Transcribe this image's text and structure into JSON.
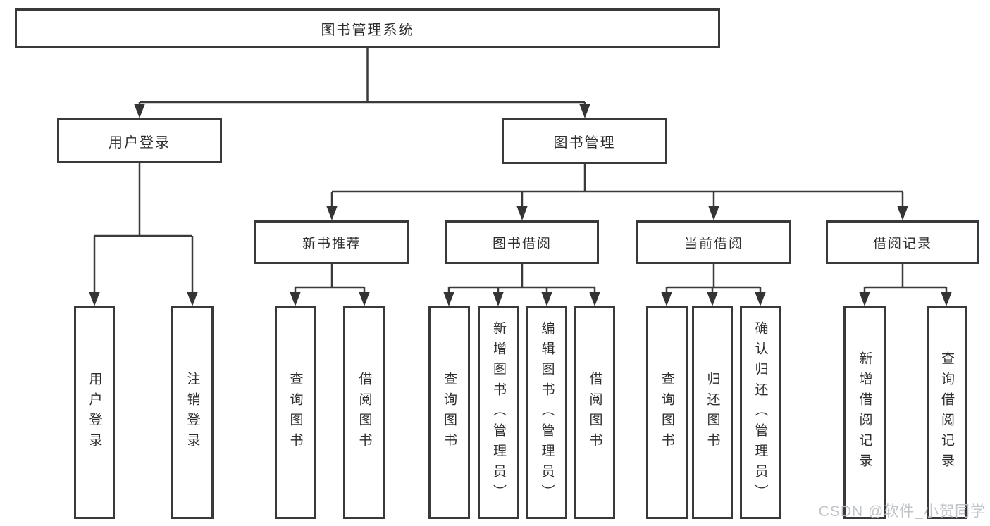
{
  "boxes": {
    "root": "图书管理系统",
    "user_login": "用户登录",
    "book_mgmt": "图书管理",
    "new_book_rec": "新书推荐",
    "book_borrow": "图书借阅",
    "current_borrow": "当前借阅",
    "borrow_records": "借阅记录",
    "leaf_user_login": "用户登录",
    "leaf_logout": "注销登录",
    "leaf_nb_query": "查询图书",
    "leaf_nb_borrow": "借阅图书",
    "leaf_bb_query": "查询图书",
    "leaf_bb_add": "新增图书（管理员）",
    "leaf_bb_edit": "编辑图书（管理员）",
    "leaf_bb_borrow": "借阅图书",
    "leaf_cb_query": "查询图书",
    "leaf_cb_return": "归还图书",
    "leaf_cb_confirm": "确认归还（管理员）",
    "leaf_br_add": "新增借阅记录",
    "leaf_br_query": "查询借阅记录"
  },
  "watermark": "CSDN @软件_小贺同学",
  "colors": {
    "line": "#3a3a3c",
    "box_border": "#39393b",
    "text": "#2e2e30",
    "watermark_text": "#bec1c5",
    "background": "#ffffff"
  }
}
